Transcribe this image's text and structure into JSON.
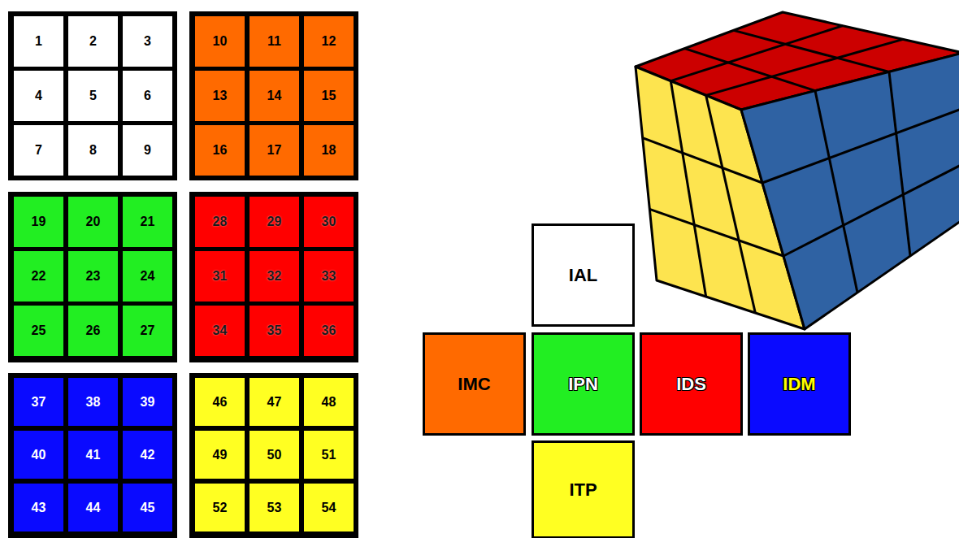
{
  "diagram": {
    "nodes": [
      {
        "text": [
          "1"
        ]
      },
      {
        "text": [
          "2"
        ]
      },
      {
        "text": [
          "3"
        ]
      },
      {
        "text": [
          "4"
        ]
      },
      {
        "text": [
          "5"
        ]
      },
      {
        "text": [
          "6"
        ]
      },
      {
        "text": [
          "7"
        ]
      },
      {
        "text": [
          "8"
        ]
      },
      {
        "text": [
          "9"
        ]
      },
      {
        "text": [
          "10"
        ]
      },
      {
        "text": [
          "11"
        ]
      },
      {
        "text": [
          "12"
        ]
      },
      {
        "text": [
          "13"
        ]
      },
      {
        "text": [
          "14"
        ]
      },
      {
        "text": [
          "15"
        ]
      },
      {
        "text": [
          "16"
        ]
      },
      {
        "text": [
          "17"
        ]
      },
      {
        "text": [
          "18"
        ]
      },
      {
        "text": [
          "19"
        ]
      },
      {
        "text": [
          "20"
        ]
      },
      {
        "text": [
          "21"
        ]
      },
      {
        "text": [
          "22"
        ]
      },
      {
        "text": [
          "23"
        ]
      },
      {
        "text": [
          "24"
        ]
      },
      {
        "text": [
          "25"
        ]
      },
      {
        "text": [
          "26"
        ]
      },
      {
        "text": [
          "27"
        ]
      },
      {
        "text": [
          "28"
        ]
      },
      {
        "text": [
          "29"
        ]
      },
      {
        "text": [
          "30"
        ]
      },
      {
        "text": [
          "31"
        ]
      },
      {
        "text": [
          "32"
        ]
      },
      {
        "text": [
          "33"
        ]
      },
      {
        "text": [
          "34"
        ]
      },
      {
        "text": [
          "35"
        ]
      },
      {
        "text": [
          "36"
        ]
      },
      {
        "text": [
          "37"
        ]
      },
      {
        "text": [
          "38"
        ]
      },
      {
        "text": [
          "39"
        ]
      },
      {
        "text": [
          "40"
        ]
      },
      {
        "text": [
          "41"
        ]
      },
      {
        "text": [
          "42"
        ]
      },
      {
        "text": [
          "43"
        ]
      },
      {
        "text": [
          "44"
        ]
      },
      {
        "text": [
          "45"
        ]
      },
      {
        "text": [
          "46"
        ]
      },
      {
        "text": [
          "47"
        ]
      },
      {
        "text": [
          "48"
        ]
      },
      {
        "text": [
          "49"
        ]
      },
      {
        "text": [
          "50"
        ]
      },
      {
        "text": [
          "51"
        ]
      },
      {
        "text": [
          "52"
        ]
      },
      {
        "text": [
          "53"
        ]
      },
      {
        "text": [
          "54"
        ]
      },
      {
        "text": [
          "IAL"
        ]
      },
      {
        "text": [
          "IMC"
        ]
      },
      {
        "text": [
          "IPN"
        ]
      },
      {
        "text": [
          "IDS"
        ]
      },
      {
        "text": [
          "IDM"
        ]
      },
      {
        "text": [
          "ITP"
        ]
      }
    ]
  }
}
